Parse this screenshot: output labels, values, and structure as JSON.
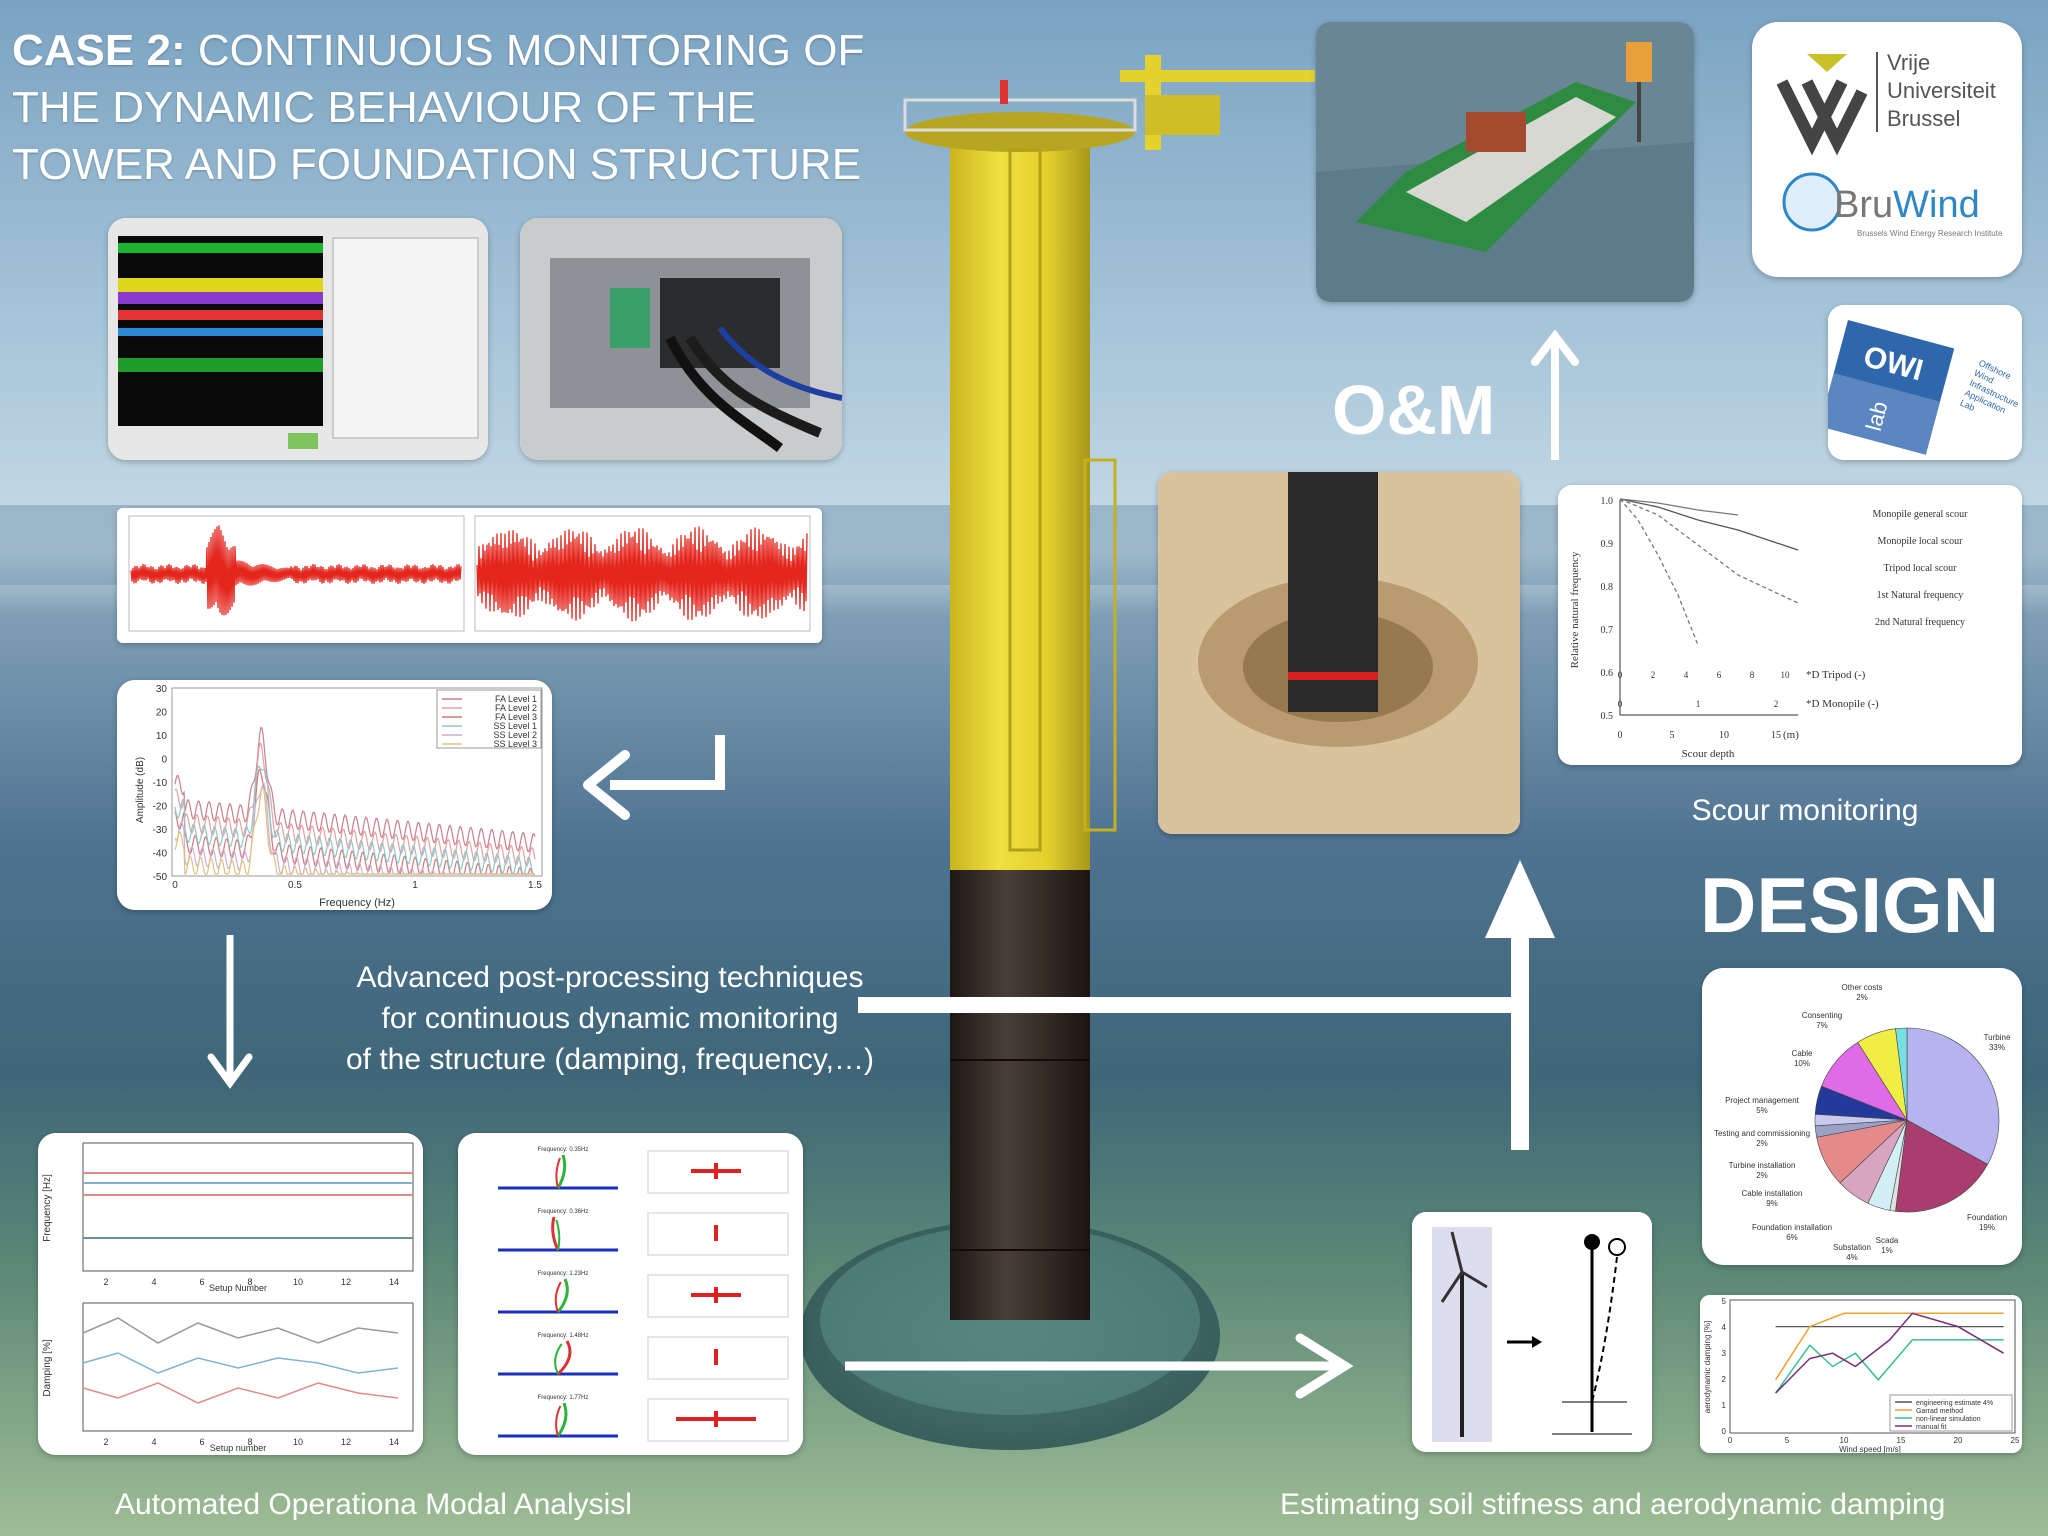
{
  "title": {
    "prefix": "CASE 2:",
    "rest_line1": " CONTINUOUS MONITORING OF",
    "line2": "THE DYNAMIC BEHAVIOUR OF THE",
    "line3": "TOWER AND FOUNDATION STRUCTURE"
  },
  "labels": {
    "om": "O&M",
    "design": "DESIGN",
    "scour": "Scour monitoring",
    "post_line1": "Advanced post-processing techniques",
    "post_line2": "for continuous dynamic monitoring",
    "post_line3": "of the structure (damping, frequency,…)",
    "oma": "Automated Operationa Modal Analysisl",
    "soil": "Estimating soil stifness and aerodynamic damping"
  },
  "logos": {
    "vub_line1": "Vrije",
    "vub_line2": "Universiteit",
    "vub_line3": "Brussel",
    "bruwind_a": "Bru",
    "bruwind_b": "Wind",
    "bruwind_sub": "Brussels Wind Energy Research Institute",
    "owi": "OWI",
    "owi_lab": "lab",
    "owi_side": [
      "Offshore",
      "Wind",
      "Infrastructure",
      "Application",
      "Lab"
    ]
  },
  "spectrum": {
    "legend": [
      "FA Level 1",
      "FA Level 2",
      "FA Level 3",
      "SS Level 1",
      "SS Level 2",
      "SS Level 3"
    ],
    "ylabel": "Amplitude (dB)",
    "xlabel": "Frequency (Hz)",
    "yticks": [
      "30",
      "20",
      "10",
      "0",
      "-10",
      "-20",
      "-30",
      "-40",
      "-50"
    ],
    "xticks": [
      "0",
      "0.5",
      "1",
      "1.5"
    ]
  },
  "scour_chart": {
    "ylabel": "Relative natural frequency",
    "xlabel": "Scour depth",
    "yticks": [
      "1.0",
      "0.9",
      "0.8",
      "0.7",
      "0.6",
      "0.5"
    ],
    "xticks_depth": [
      "0",
      "5",
      "10",
      "15"
    ],
    "xunit": "(m)",
    "tripod_ticks": [
      "0",
      "2",
      "4",
      "6",
      "8",
      "10"
    ],
    "monopile_ticks": [
      "0",
      "1",
      "2"
    ],
    "tripod_label": "*D Tripod (-)",
    "monopile_label": "*D Monopile (-)",
    "legend": [
      "Monopile general scour",
      "Monopile local scour",
      "Tripod local scour",
      "1st Natural frequency",
      "2nd Natural frequency"
    ]
  },
  "pie": {
    "labels": [
      {
        "name": "Turbine",
        "pct": "33%"
      },
      {
        "name": "Foundation",
        "pct": "19%"
      },
      {
        "name": "Scada",
        "pct": "1%"
      },
      {
        "name": "Substation",
        "pct": "4%"
      },
      {
        "name": "Foundation installation",
        "pct": "6%"
      },
      {
        "name": "Cable installation",
        "pct": "9%"
      },
      {
        "name": "Turbine installation",
        "pct": "2%"
      },
      {
        "name": "Testing and commissioning",
        "pct": "2%"
      },
      {
        "name": "Project management",
        "pct": "5%"
      },
      {
        "name": "Cable",
        "pct": "10%"
      },
      {
        "name": "Consenting",
        "pct": "7%"
      },
      {
        "name": "Other costs",
        "pct": "2%"
      }
    ]
  },
  "damping_chart": {
    "ylabel": "aerodynamic damping [%]",
    "xlabel": "Wind speed [m/s]",
    "yticks": [
      "5",
      "4",
      "3",
      "2",
      "1",
      "0"
    ],
    "xticks": [
      "0",
      "5",
      "10",
      "15",
      "20",
      "25"
    ],
    "legend": [
      "engineering estimate 4%",
      "Garrad method",
      "non-linear simulation",
      "manual fit"
    ]
  },
  "oma_chart": {
    "ylabel_top": "Frequency [Hz]",
    "ylabel_bottom": "Damping [%]",
    "xlabel_top": "Setup Number",
    "xlabel_bottom": "Setup number",
    "xticks": [
      "2",
      "4",
      "6",
      "8",
      "10",
      "12",
      "14"
    ]
  },
  "modes": {
    "titles": [
      "Frequency: 0.35Hz",
      "Frequency: 0.36Hz",
      "Frequency: 1.23Hz",
      "Frequency: 1.48Hz",
      "Frequency: 1.77Hz"
    ]
  }
}
